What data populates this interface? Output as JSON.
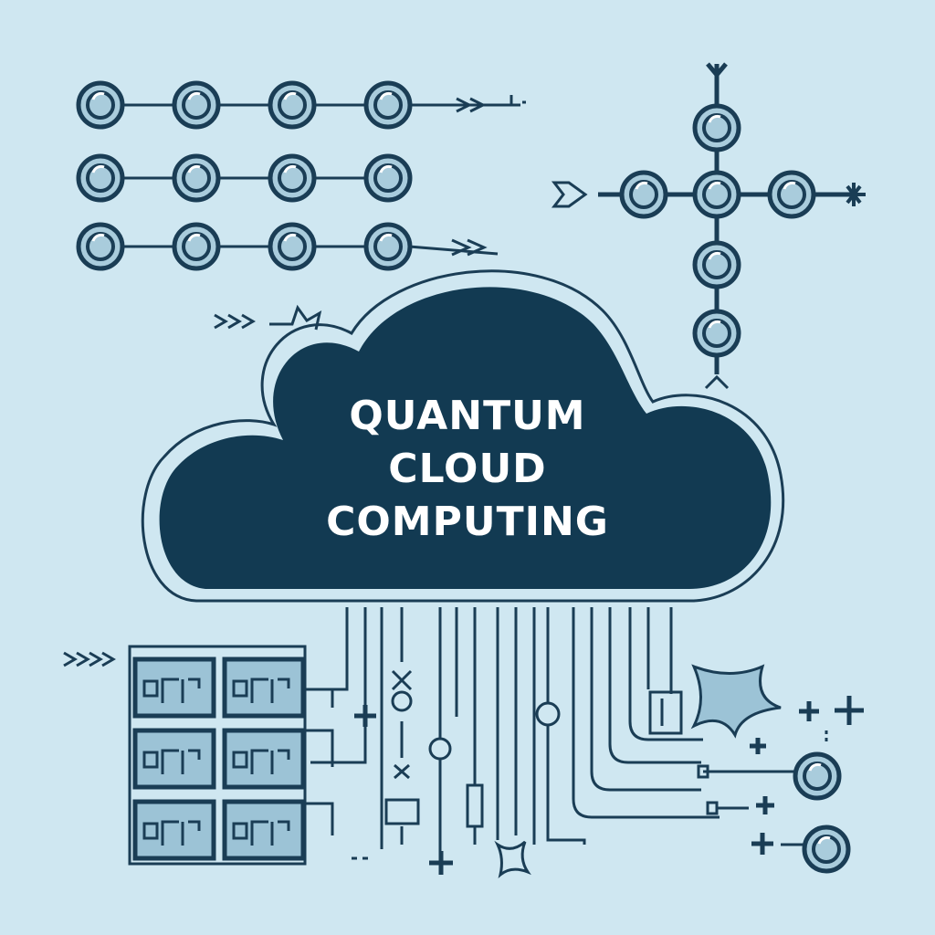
{
  "title": {
    "line1": "QUANTUM",
    "line2": "CLOUD",
    "line3": "COMPUTING"
  },
  "colors": {
    "background": "#cfe7f1",
    "ink": "#1a3d55",
    "cloud_fill": "#123a52",
    "node_fill": "#a9ccdc",
    "chip_fill": "#9cc3d6",
    "title_text": "#ffffff"
  },
  "icons": {
    "qubit_node": "qubit-node-icon",
    "processor_chip": "processor-chip-icon",
    "plus": "plus-icon",
    "sparkle": "sparkle-icon",
    "arrow": "arrow-icon"
  }
}
